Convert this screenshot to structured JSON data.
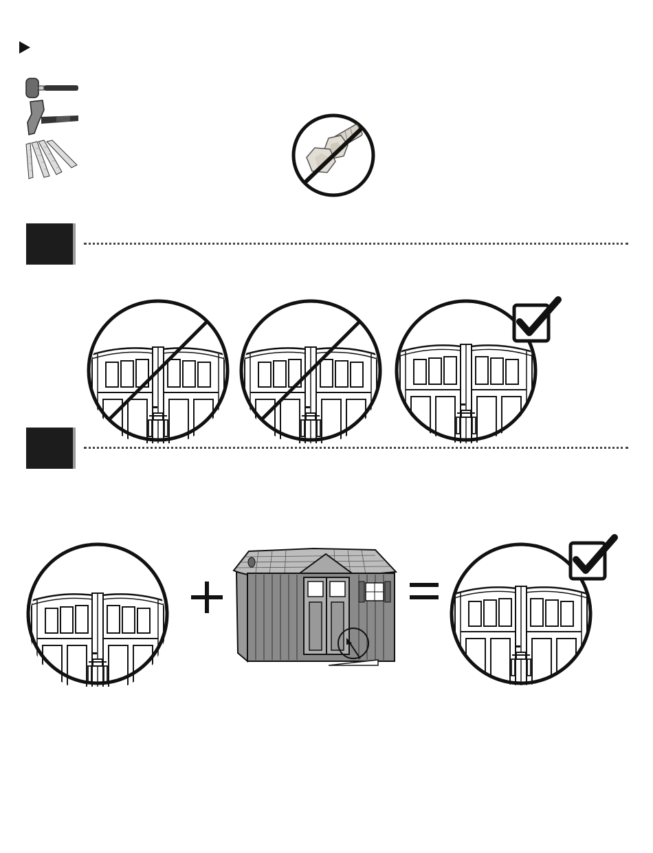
{
  "header": {
    "bullet_icon": "play-triangle-icon"
  },
  "tools": [
    {
      "icon": "rubber-mallet-icon"
    },
    {
      "icon": "claw-hammer-icon"
    },
    {
      "icon": "wood-shims-icon"
    }
  ],
  "no_hardware": {
    "icon": "no-bolt-nut-icon"
  },
  "steps": [
    {
      "number": ""
    },
    {
      "number": ""
    }
  ],
  "door_alignment": [
    {
      "state": "incorrect",
      "icon": "prohibited-slash-icon"
    },
    {
      "state": "incorrect",
      "icon": "prohibited-slash-icon"
    },
    {
      "state": "correct",
      "icon": "checkmark-box-icon"
    }
  ],
  "equation": {
    "plus_icon": "plus-icon",
    "equals_icon": "equals-icon",
    "result_icon": "checkmark-box-icon"
  },
  "colors": {
    "ink": "#111111",
    "step_box": "#1c1c1c",
    "step_shadow": "#9a9a9a",
    "nut_fill": "#d9d4c8"
  }
}
